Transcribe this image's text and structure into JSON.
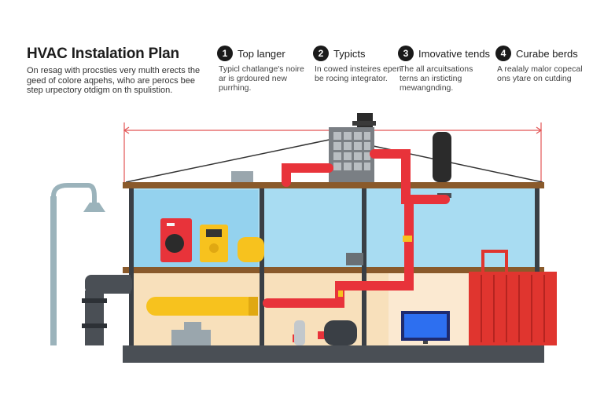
{
  "title": "HVAC Instalation Plan",
  "intro": "On resag with procsties very multh erects the geed of colore aqpehs, wiho are perocs bee step urpectory otdigm on th spulistion.",
  "steps": [
    {
      "num": "1",
      "title": "Top langer",
      "body": "Typicl chatlange's noire ar is grdoured new purrhing."
    },
    {
      "num": "2",
      "title": "Typicts",
      "body": "In cowed insteires epen be rocing integrator."
    },
    {
      "num": "3",
      "title": "Imovative tends",
      "body": "The all arcuitsations terns an irsticting mewangnding."
    },
    {
      "num": "4",
      "title": "Curabe berds",
      "body": "A realaly malor copecal ons ytare on cutding"
    }
  ],
  "colors": {
    "pipe_red": "#e8333a",
    "duct_yellow": "#f7c21e",
    "dark_pipe": "#4a4f55",
    "glass": "#8fd1ef",
    "floor_brown": "#8a5a2b",
    "wall_beige": "#f8e0bb",
    "dimension_red": "#e25555"
  },
  "icons": [
    "air-handler-icon",
    "furnace-icon",
    "thermostat-icon",
    "chimney-icon",
    "tank-icon",
    "monitor-icon",
    "boiler-icon",
    "street-lamp-icon"
  ]
}
